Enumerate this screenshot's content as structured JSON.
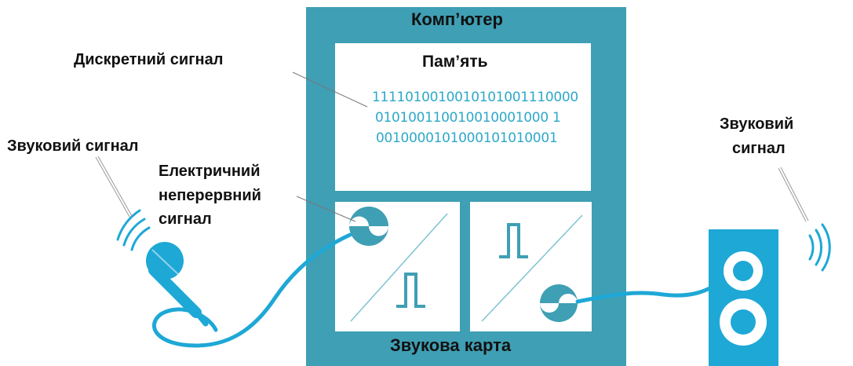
{
  "computer": {
    "title": "Комп’ютер"
  },
  "memory": {
    "title": "Пам’ять",
    "bits": [
      "1111010010010101001110000",
      "010100110010010001000 1",
      "0010000101000101010001"
    ]
  },
  "sound_card": {
    "title": "Звукова карта"
  },
  "labels": {
    "discrete_signal": "Дискретний сигнал",
    "sound_signal_left": "Звуковий сигнал",
    "electric_line1": "Електричний",
    "electric_line2": "неперервний",
    "electric_line3": "сигнал",
    "sound_signal_right_line1": "Звуковий",
    "sound_signal_right_line2": "сигнал"
  },
  "colors": {
    "computer_frame": "#3f9fb4",
    "accent_cyan": "#1ea8d6",
    "panel": "#ffffff"
  },
  "icons": [
    "microphone-icon",
    "speaker-icon",
    "sound-wave-icon",
    "analog-wave-icon",
    "pulse-icon"
  ]
}
